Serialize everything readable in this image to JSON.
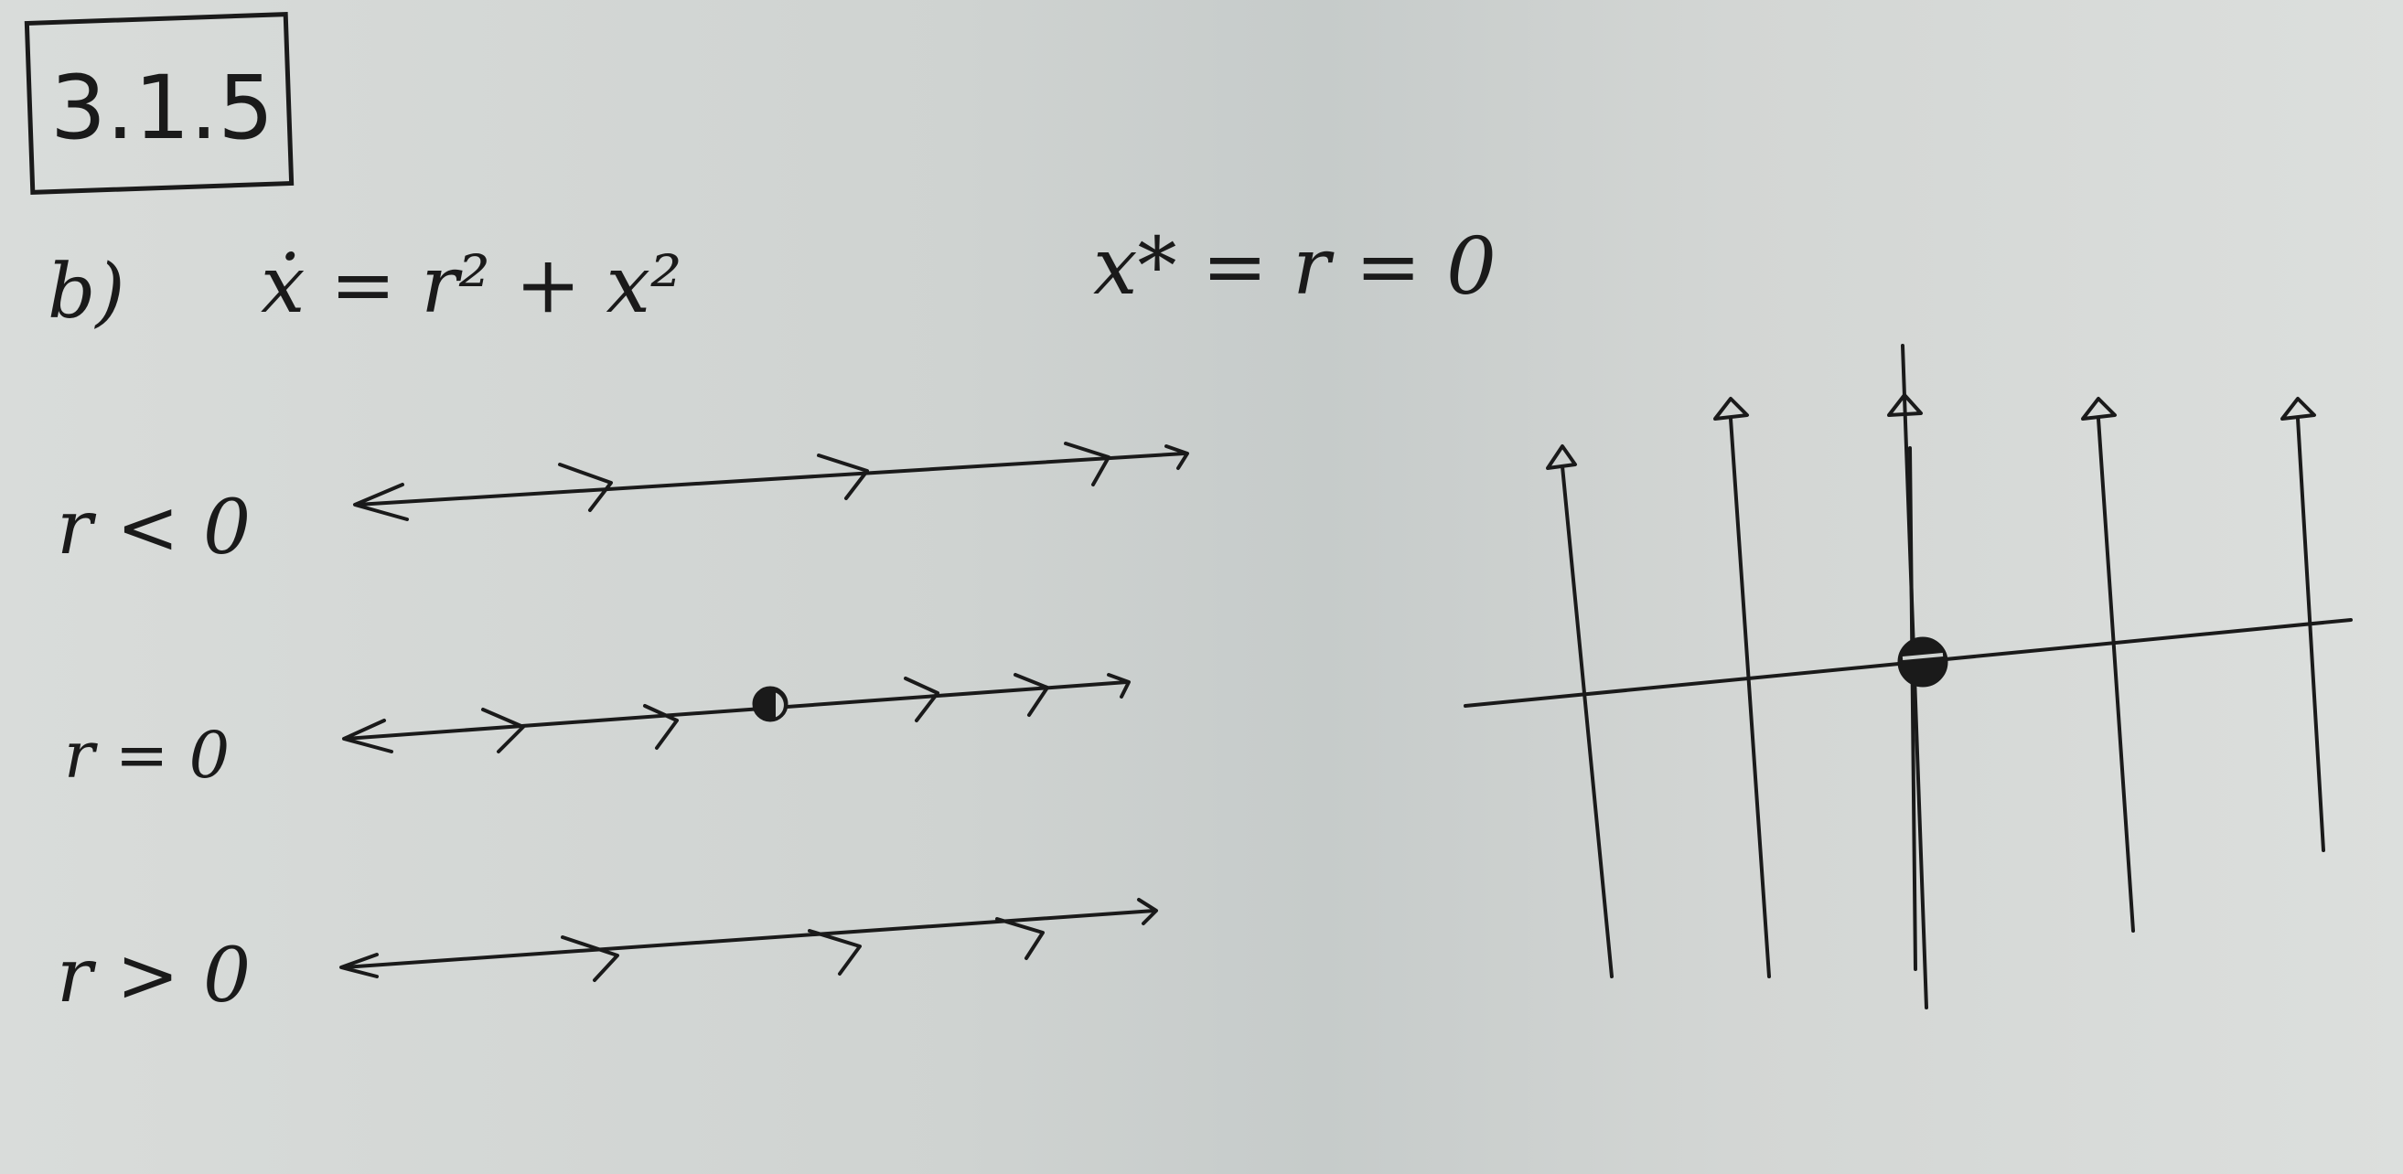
{
  "problem": {
    "number": "3.1.5",
    "part": "b)"
  },
  "equation": {
    "text": "ẋ = r² + x²",
    "fixed_point": "x* = r = 0"
  },
  "phase_lines": [
    {
      "condition": "r < 0"
    },
    {
      "condition": "r = 0"
    },
    {
      "condition": "r > 0"
    }
  ]
}
